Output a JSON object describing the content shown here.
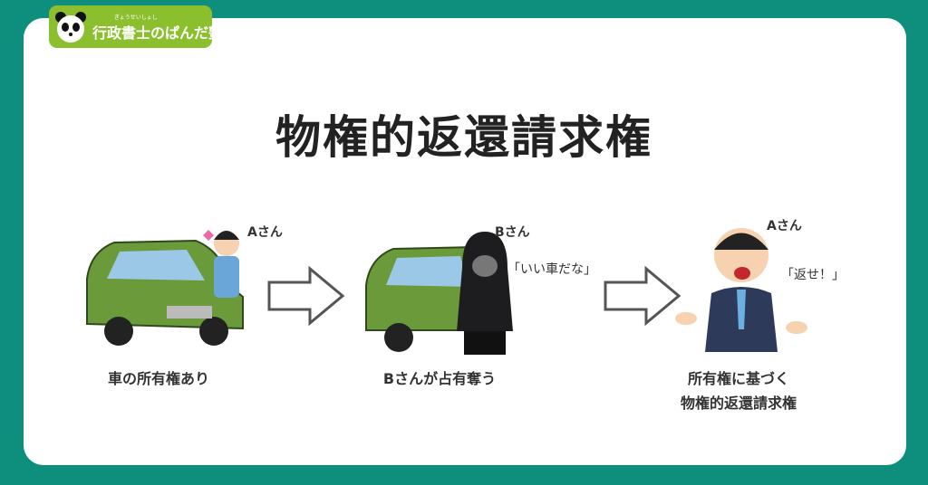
{
  "logo": {
    "name": "行政書士のぱんだ塾",
    "ruby": "ぎょうせいしょし"
  },
  "title": "物権的返還請求権",
  "steps": [
    {
      "person": "Aさん",
      "caption": "車の所有権あり"
    },
    {
      "person": "Bさん",
      "quote": "「いい車だな」",
      "caption": "Bさんが占有奪う"
    },
    {
      "person": "Aさん",
      "quote": "「返せ！」",
      "caption_lines": [
        "所有権に基づく",
        "物権的返還請求権"
      ]
    }
  ],
  "colors": {
    "background": "#0e8f7e",
    "logo": "#8cbf2e",
    "car": "#6a9a3a"
  }
}
